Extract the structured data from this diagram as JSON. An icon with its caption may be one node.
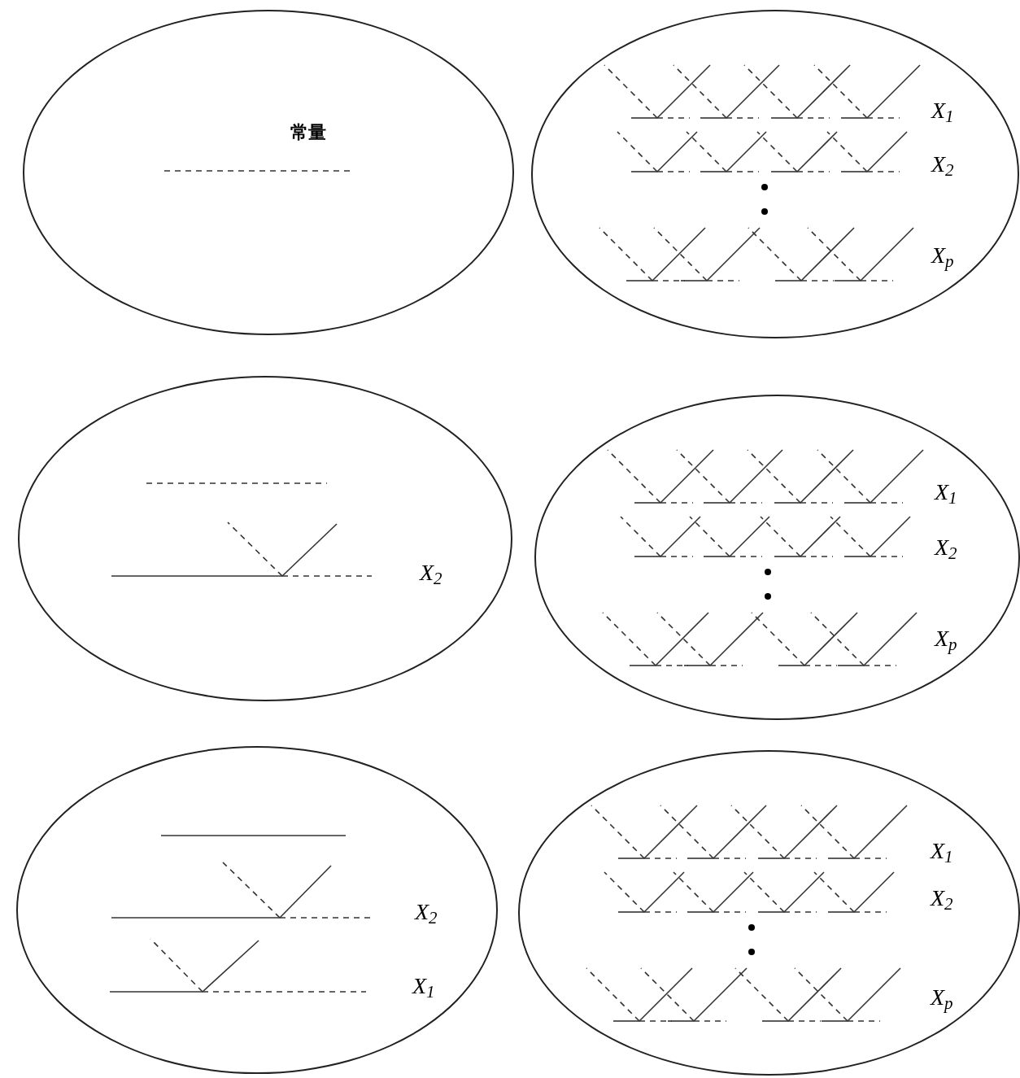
{
  "diagram": {
    "nodes": [
      {
        "text": [
          "常量"
        ]
      },
      {
        "text": [
          "X$_{1}$",
          "X$_{2}$",
          "X$_{p}$"
        ]
      },
      {
        "text": [
          "X$_{2}$"
        ]
      },
      {
        "text": [
          "X$_{1}$",
          "X$_{2}$",
          "X$_{p}$"
        ]
      },
      {
        "text": [
          "X$_{2}$",
          "X$_{1}$"
        ]
      },
      {
        "text": [
          "X$_{1}$",
          "X$_{2}$",
          "X$_{p}$"
        ]
      }
    ]
  }
}
